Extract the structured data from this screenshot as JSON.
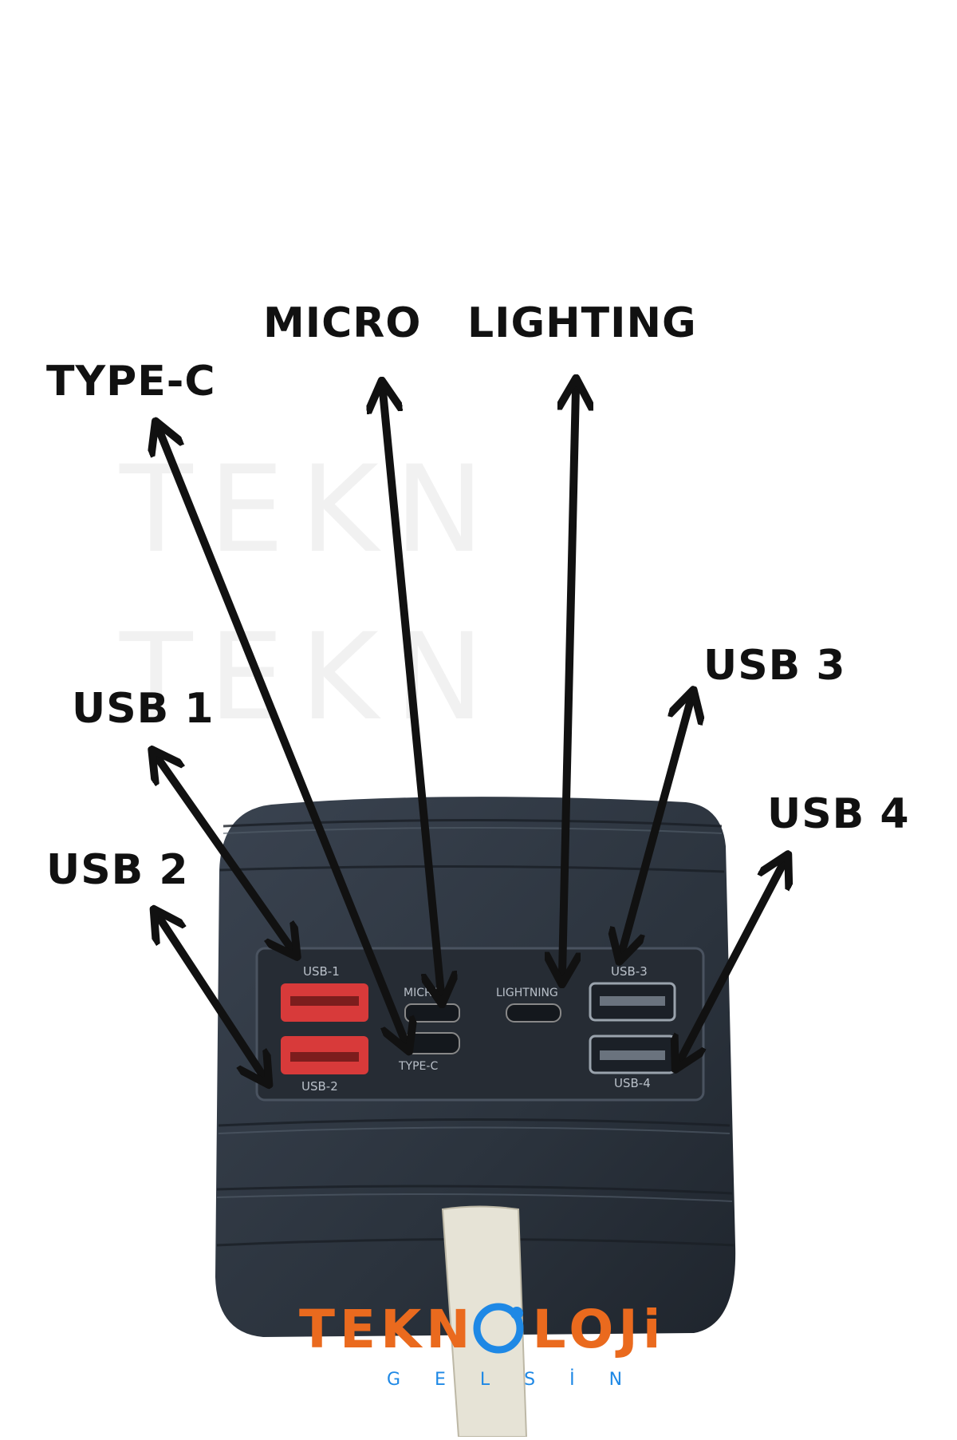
{
  "callouts": {
    "micro": "MICRO",
    "lighting": "LIGHTING",
    "type_c": "TYPE-C",
    "usb1": "USB 1",
    "usb2": "USB 2",
    "usb3": "USB 3",
    "usb4": "USB 4"
  },
  "device": {
    "body_color": "#2f3742",
    "port_labels": {
      "usb1": "USB-1",
      "usb2": "USB-2",
      "micro": "MICRO",
      "type_c": "TYPE-C",
      "lightning": "LIGHTNING",
      "usb3": "USB-3",
      "usb4": "USB-4"
    }
  },
  "brand": {
    "name_part1": "TEKN",
    "name_part2": "LOJi",
    "tagline": "G E L S İ N",
    "orange": "#ea6a1e",
    "blue": "#1e88e5"
  }
}
